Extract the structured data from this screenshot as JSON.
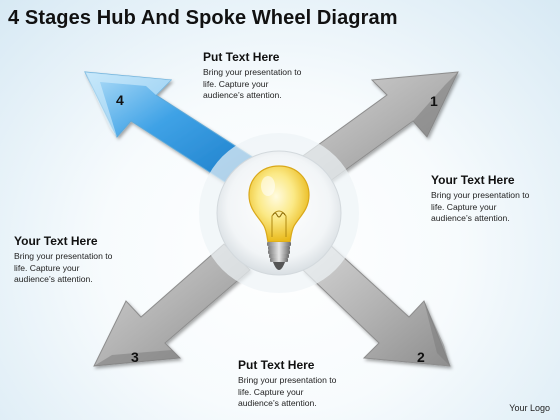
{
  "title": "4 Stages Hub And Spoke Wheel Diagram",
  "logo": "Your Logo",
  "colors": {
    "highlight_arrow": "#4aa6e3",
    "gray_arrow": "#a9a9a9",
    "bulb": "#f7dc4a"
  },
  "stages": [
    {
      "number": "1",
      "title": "Your Text Here",
      "lines": [
        "Bring your presentation to",
        "life. Capture your",
        "audience’s  attention."
      ]
    },
    {
      "number": "2",
      "title": "Put Text Here",
      "lines": [
        "Bring your presentation to",
        "life. Capture your",
        "audience’s  attention."
      ]
    },
    {
      "number": "3",
      "title": "Your Text Here",
      "lines": [
        "Bring your presentation to",
        "life. Capture your",
        "audience’s  attention."
      ]
    },
    {
      "number": "4",
      "title": "Put Text Here",
      "lines": [
        "Bring your presentation to",
        "life. Capture your",
        "audience’s  attention."
      ]
    }
  ]
}
